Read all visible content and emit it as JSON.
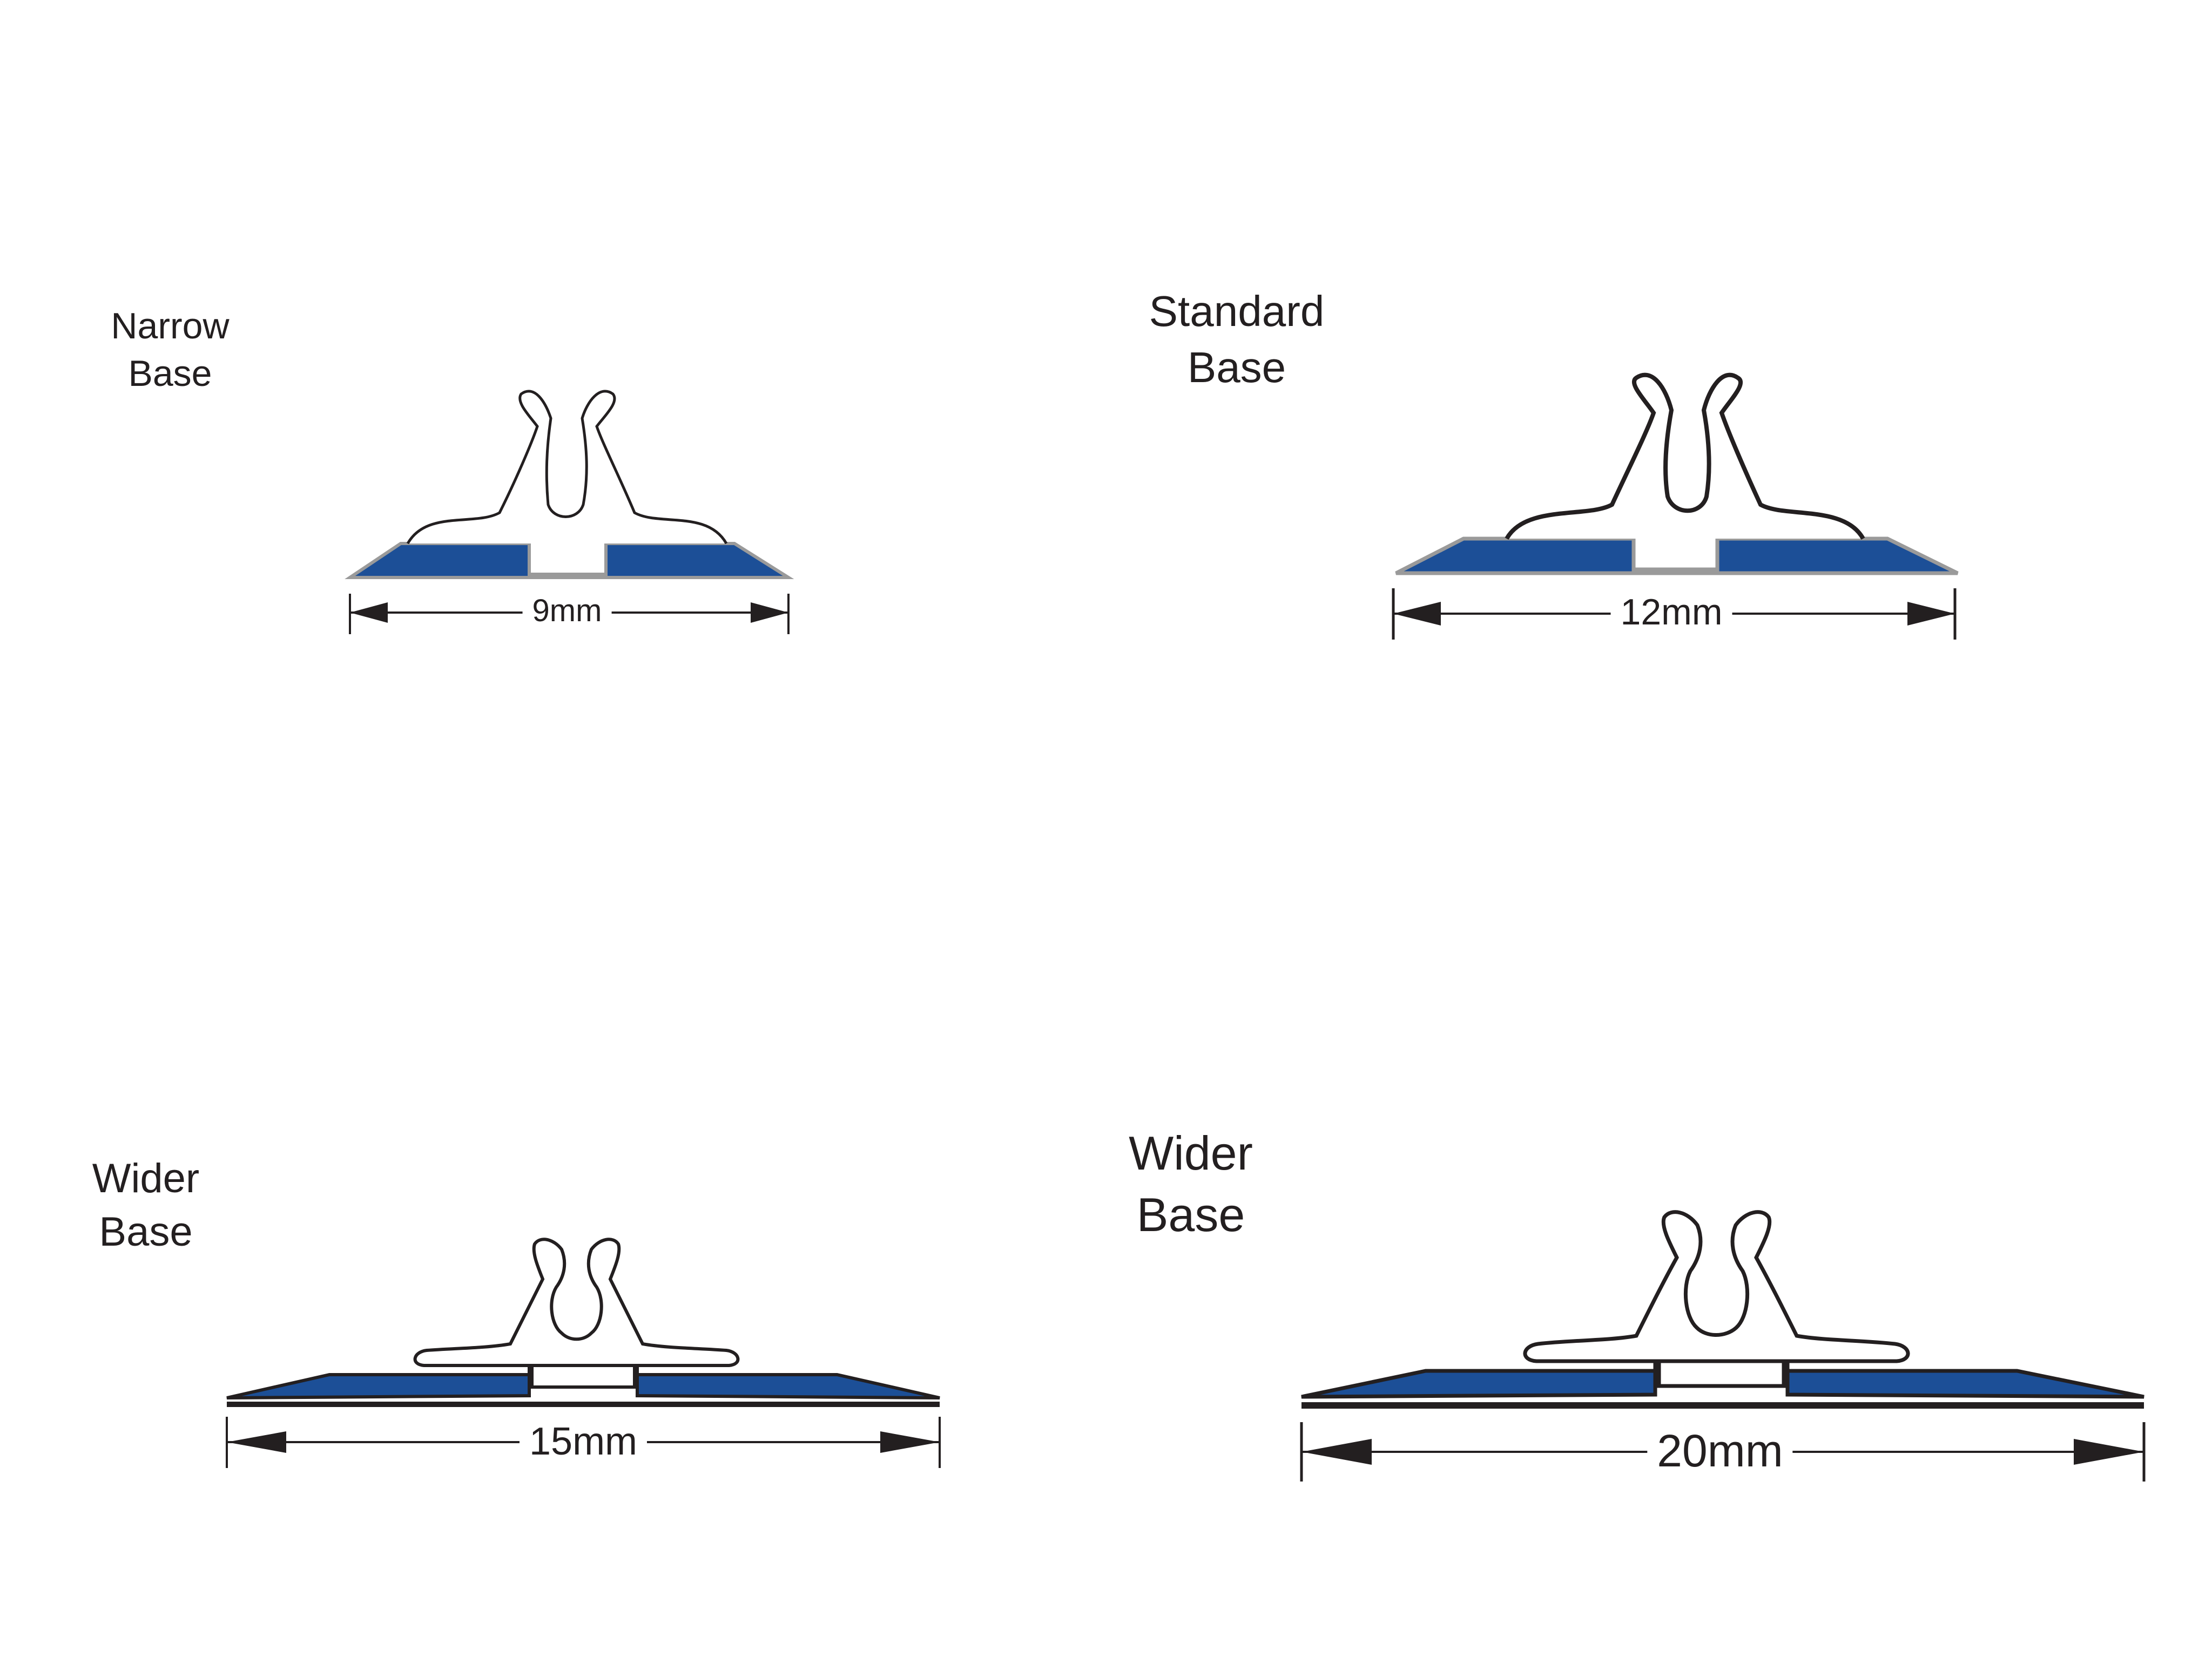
{
  "colors": {
    "base_fill": "#1c4f97",
    "base_edge": "#9a9a9a",
    "outline": "#231f20",
    "background": "#ffffff"
  },
  "panels": [
    {
      "id": "narrow",
      "title_line1": "Narrow",
      "title_line2": "Base",
      "dimension": "9mm"
    },
    {
      "id": "standard",
      "title_line1": "Standard",
      "title_line2": "Base",
      "dimension": "12mm"
    },
    {
      "id": "wider-15",
      "title_line1": "Wider",
      "title_line2": "Base",
      "dimension": "15mm"
    },
    {
      "id": "wider-20",
      "title_line1": "Wider",
      "title_line2": "Base",
      "dimension": "20mm"
    }
  ]
}
